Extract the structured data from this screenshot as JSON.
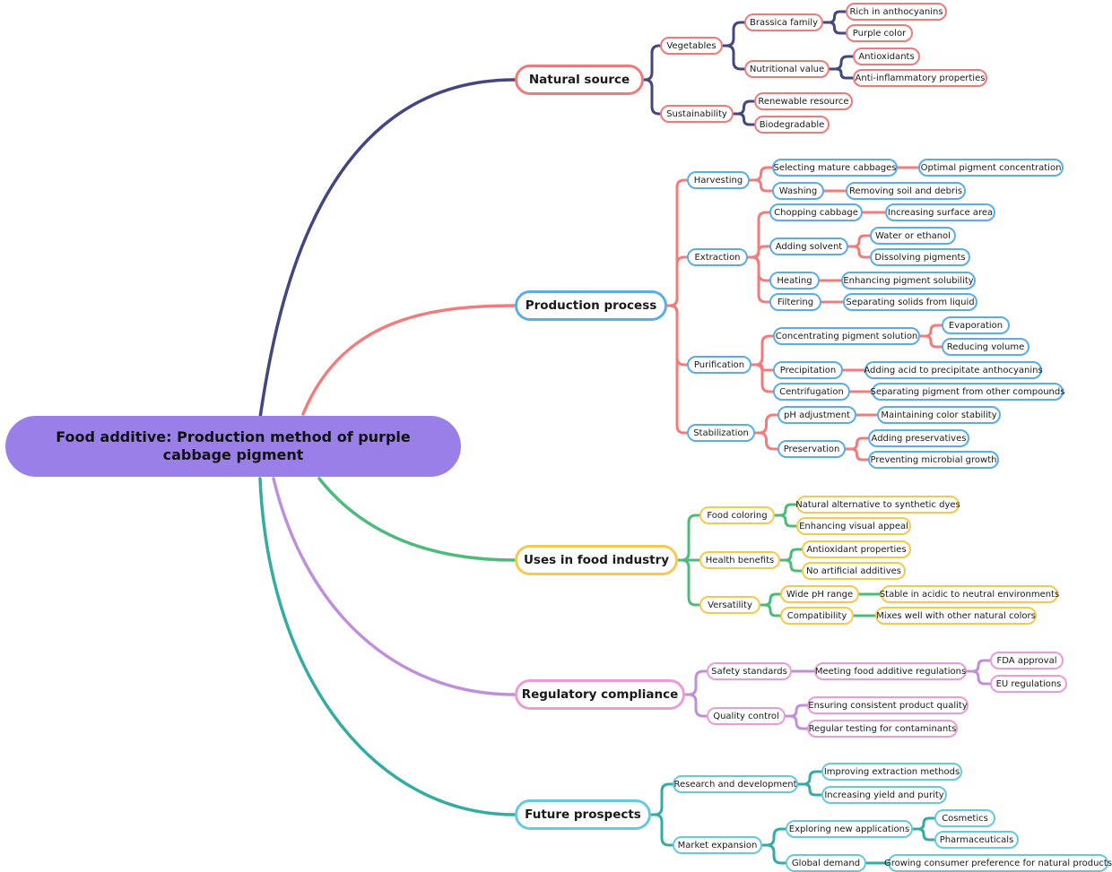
{
  "root": {
    "label": "Food additive: Production method of purple cabbage pigment"
  },
  "branches": [
    {
      "key": "natural",
      "label": "Natural source",
      "line_color": "#43467f",
      "node_border": "#f07a7a",
      "children": [
        {
          "label": "Vegetables",
          "children": [
            {
              "label": "Brassica family",
              "children": [
                {
                  "label": "Rich in anthocyanins"
                },
                {
                  "label": "Purple color"
                }
              ]
            },
            {
              "label": "Nutritional value",
              "children": [
                {
                  "label": "Antioxidants"
                },
                {
                  "label": "Anti-inflammatory properties"
                }
              ]
            }
          ]
        },
        {
          "label": "Sustainability",
          "children": [
            {
              "label": "Renewable resource"
            },
            {
              "label": "Biodegradable"
            }
          ]
        }
      ]
    },
    {
      "key": "production",
      "label": "Production process",
      "line_color": "#f27c7c",
      "node_border": "#5aaee6",
      "children": [
        {
          "label": "Harvesting",
          "children": [
            {
              "label": "Selecting mature cabbages",
              "children": [
                {
                  "label": "Optimal pigment concentration"
                }
              ]
            },
            {
              "label": "Washing",
              "children": [
                {
                  "label": "Removing soil and debris"
                }
              ]
            }
          ]
        },
        {
          "label": "Extraction",
          "children": [
            {
              "label": "Chopping cabbage",
              "children": [
                {
                  "label": "Increasing surface area"
                }
              ]
            },
            {
              "label": "Adding solvent",
              "children": [
                {
                  "label": "Water or ethanol"
                },
                {
                  "label": "Dissolving pigments"
                }
              ]
            },
            {
              "label": "Heating",
              "children": [
                {
                  "label": "Enhancing pigment solubility"
                }
              ]
            },
            {
              "label": "Filtering",
              "children": [
                {
                  "label": "Separating solids from liquid"
                }
              ]
            }
          ]
        },
        {
          "label": "Purification",
          "children": [
            {
              "label": "Concentrating pigment solution",
              "children": [
                {
                  "label": "Evaporation"
                },
                {
                  "label": "Reducing volume"
                }
              ]
            },
            {
              "label": "Precipitation",
              "children": [
                {
                  "label": "Adding acid to precipitate anthocyanins"
                }
              ]
            },
            {
              "label": "Centrifugation",
              "children": [
                {
                  "label": "Separating pigment from other compounds"
                }
              ]
            }
          ]
        },
        {
          "label": "Stabilization",
          "children": [
            {
              "label": "pH adjustment",
              "children": [
                {
                  "label": "Maintaining color stability"
                }
              ]
            },
            {
              "label": "Preservation",
              "children": [
                {
                  "label": "Adding preservatives"
                },
                {
                  "label": "Preventing microbial growth"
                }
              ]
            }
          ]
        }
      ]
    },
    {
      "key": "uses",
      "label": "Uses in food industry",
      "line_color": "#4dbb7c",
      "node_border": "#f6c94e",
      "children": [
        {
          "label": "Food coloring",
          "children": [
            {
              "label": "Natural alternative to synthetic dyes"
            },
            {
              "label": "Enhancing visual appeal"
            }
          ]
        },
        {
          "label": "Health benefits",
          "children": [
            {
              "label": "Antioxidant properties"
            },
            {
              "label": "No artificial additives"
            }
          ]
        },
        {
          "label": "Versatility",
          "children": [
            {
              "label": "Wide pH range",
              "children": [
                {
                  "label": "Stable in acidic to neutral environments"
                }
              ]
            },
            {
              "label": "Compatibility",
              "children": [
                {
                  "label": "Mixes well with other natural colors"
                }
              ]
            }
          ]
        }
      ]
    },
    {
      "key": "regulatory",
      "label": "Regulatory compliance",
      "line_color": "#c08fdc",
      "node_border": "#ec9bd9",
      "children": [
        {
          "label": "Safety standards",
          "children": [
            {
              "label": "Meeting food additive regulations",
              "children": [
                {
                  "label": "FDA approval"
                },
                {
                  "label": "EU regulations"
                }
              ]
            }
          ]
        },
        {
          "label": "Quality control",
          "children": [
            {
              "label": "Ensuring consistent product quality"
            },
            {
              "label": "Regular testing for contaminants"
            }
          ]
        }
      ]
    },
    {
      "key": "future",
      "label": "Future prospects",
      "line_color": "#34aca3",
      "node_border": "#67c9e0",
      "children": [
        {
          "label": "Research and development",
          "children": [
            {
              "label": "Improving extraction methods"
            },
            {
              "label": "Increasing yield and purity"
            }
          ]
        },
        {
          "label": "Market expansion",
          "children": [
            {
              "label": "Exploring new applications",
              "children": [
                {
                  "label": "Cosmetics"
                },
                {
                  "label": "Pharmaceuticals"
                }
              ]
            },
            {
              "label": "Global demand",
              "children": [
                {
                  "label": "Growing consumer preference for natural products"
                }
              ]
            }
          ]
        }
      ]
    }
  ]
}
